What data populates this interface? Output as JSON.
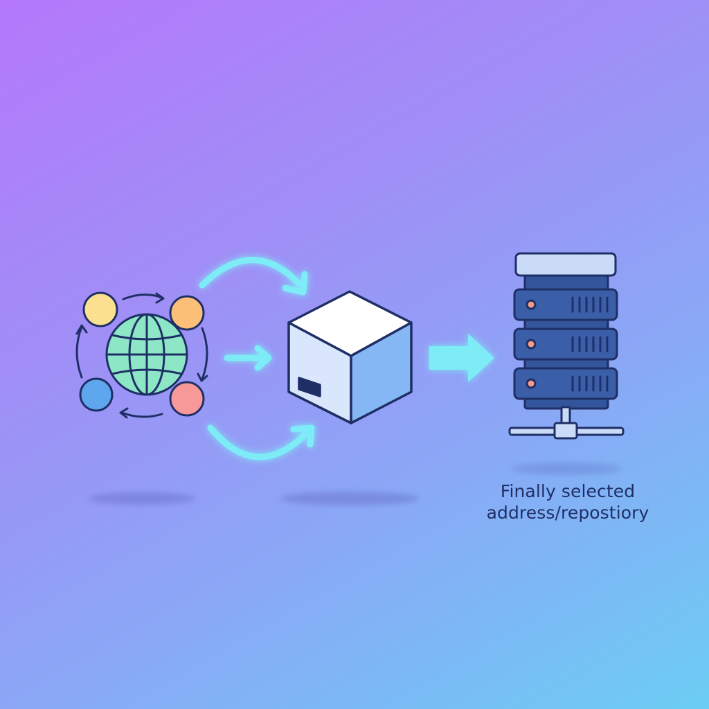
{
  "caption": {
    "line1": "Finally selected",
    "line2": "address/repostiory"
  },
  "nodes": [
    {
      "id": "address-pool",
      "icon": "globe-network-icon"
    },
    {
      "id": "package",
      "icon": "package-box-icon"
    },
    {
      "id": "repository",
      "icon": "server-rack-icon"
    }
  ],
  "colors": {
    "outline": "#1f2f66",
    "arrow": "#7eecf6",
    "globe": "#8de6c6",
    "node_yellow": "#fbe08f",
    "node_orange": "#fbbf78",
    "node_blue": "#5ea6ee",
    "node_red": "#f79999",
    "server_body": "#3a5fa8",
    "server_top": "#c9dbf6",
    "server_light": "#f59b86",
    "box_top": "#ffffff",
    "box_front": "#d9e6fb",
    "box_side": "#86b7f5"
  }
}
